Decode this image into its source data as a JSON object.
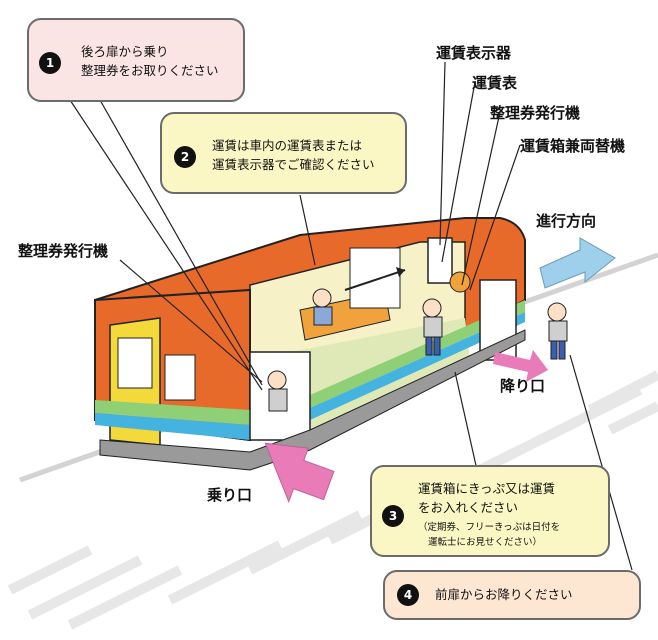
{
  "callouts": {
    "c1": {
      "num": "1",
      "line1": "後ろ扉から乗り",
      "line2": "整理券をお取りください"
    },
    "c2": {
      "num": "2",
      "line1": "運賃は車内の運賃表または",
      "line2": "運賃表示器でご確認ください"
    },
    "c3": {
      "num": "3",
      "line1": "運賃箱にきっぷ又は運賃",
      "line2": "をお入れください",
      "note1": "（定期券、フリーきっぷは日付を",
      "note2": "運転士にお見せください）"
    },
    "c4": {
      "num": "4",
      "line1": "前扉からお降りください"
    }
  },
  "labels": {
    "fare_display": "運賃表示器",
    "fare_table": "運賃表",
    "ticket_machine_right": "整理券発行機",
    "fare_box": "運賃箱兼両替機",
    "ticket_machine_left": "整理券発行機",
    "direction": "進行方向",
    "exit": "降り口",
    "entrance": "乗り口"
  },
  "colors": {
    "callout_pink": "#fbe4e4",
    "callout_yellow": "#fbf7c5",
    "callout_peach": "#fde7d2",
    "train_orange": "#e86a2a",
    "train_cream": "#f7f1c8",
    "stripe_green": "#8fcf75",
    "stripe_blue": "#45b3e0",
    "arrow_pink": "#e87bb8",
    "arrow_blue": "#9ed0ec"
  }
}
